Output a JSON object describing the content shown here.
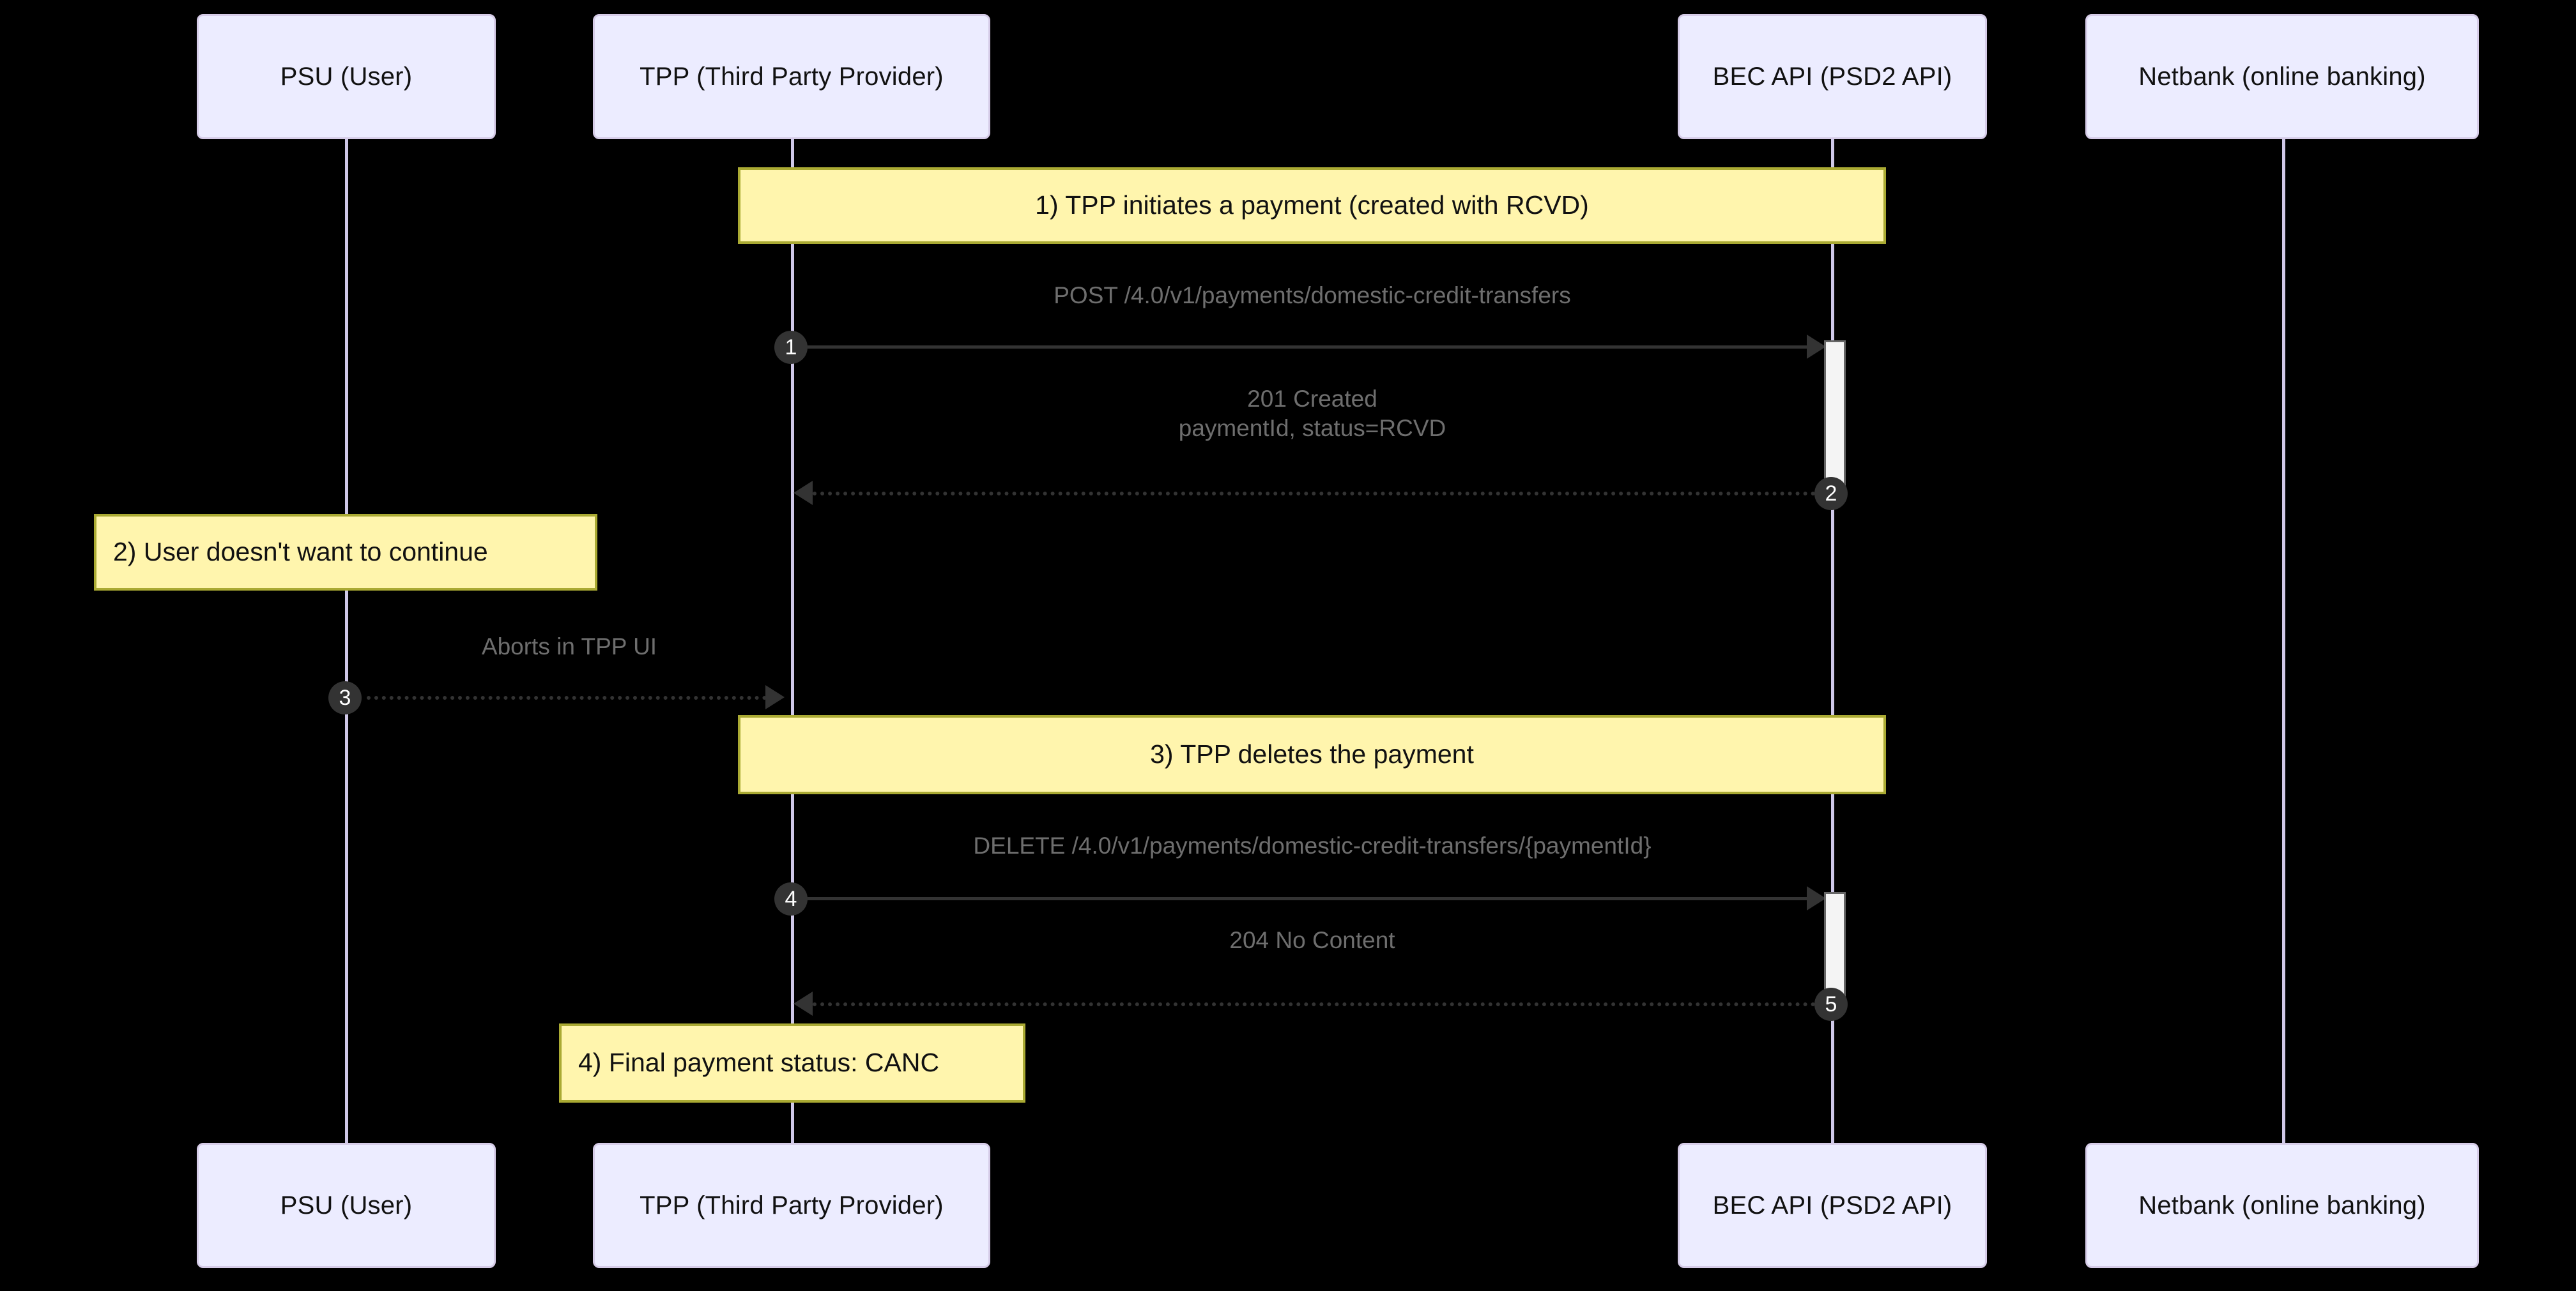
{
  "diagram": {
    "type": "sequence-diagram",
    "background_color": "#000000",
    "actor_fill": "#ECECFF",
    "actor_border": "#D6CCE8",
    "note_fill": "#FFF5AD",
    "note_border": "#AAAA33",
    "lifeline_color": "#CFC8E8",
    "message_color": "#333333",
    "label_color": "#6E6E6E",
    "badge_fill": "#333333",
    "badge_text": "#FFFFFF",
    "activation_fill": "#F4F4F4",
    "activation_border": "#666666"
  },
  "actors": [
    {
      "id": "psu",
      "label": "PSU (User)"
    },
    {
      "id": "tpp",
      "label": "TPP (Third Party Provider)"
    },
    {
      "id": "bec",
      "label": "BEC API (PSD2 API)"
    },
    {
      "id": "netbank",
      "label": "Netbank (online banking)"
    }
  ],
  "actors_bottom": [
    {
      "id": "psu",
      "label": "PSU (User)"
    },
    {
      "id": "tpp",
      "label": "TPP (Third Party Provider)"
    },
    {
      "id": "bec",
      "label": "BEC API (PSD2 API)"
    },
    {
      "id": "netbank",
      "label": "Netbank (online banking)"
    }
  ],
  "notes": [
    {
      "id": "note1",
      "text": "1) TPP initiates a payment (created with RCVD)"
    },
    {
      "id": "note2",
      "text": "2) User doesn't want to continue"
    },
    {
      "id": "note3",
      "text": "3) TPP deletes the payment"
    },
    {
      "id": "note4",
      "text": "4) Final payment status: CANC"
    }
  ],
  "messages": [
    {
      "seq": "1",
      "from": "tpp",
      "to": "bec",
      "style": "solid",
      "direction": "right",
      "label": "POST /4.0/v1/payments/domestic-credit-transfers"
    },
    {
      "seq": "2",
      "from": "bec",
      "to": "tpp",
      "style": "dashed",
      "direction": "left",
      "label_line1": "201 Created",
      "label_line2": "paymentId, status=RCVD"
    },
    {
      "seq": "3",
      "from": "psu",
      "to": "tpp",
      "style": "dashed",
      "direction": "right",
      "label": "Aborts in TPP UI"
    },
    {
      "seq": "4",
      "from": "tpp",
      "to": "bec",
      "style": "solid",
      "direction": "right",
      "label": "DELETE /4.0/v1/payments/domestic-credit-transfers/{paymentId}"
    },
    {
      "seq": "5",
      "from": "bec",
      "to": "tpp",
      "style": "dashed",
      "direction": "left",
      "label": "204 No Content"
    }
  ]
}
